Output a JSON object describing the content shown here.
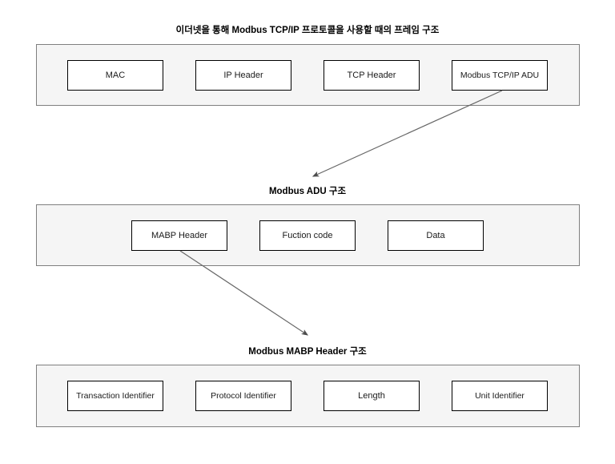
{
  "page": {
    "background_color": "#ffffff",
    "panel_fill": "#f5f5f5",
    "panel_border": "#7f7f7f",
    "box_border": "#000000",
    "arrow_color": "#666666"
  },
  "sections": [
    {
      "id": "ethernet-frame",
      "title": "이더넷을 통해 Modbus TCP/IP 프로토콜을 사용할 때의 프레임 구조",
      "boxes": [
        {
          "label": "MAC"
        },
        {
          "label": "IP Header"
        },
        {
          "label": "TCP Header"
        },
        {
          "label": "Modbus TCP/IP ADU"
        }
      ]
    },
    {
      "id": "modbus-adu",
      "title": "Modbus ADU 구조",
      "boxes": [
        {
          "label": "MABP Header"
        },
        {
          "label": "Fuction code"
        },
        {
          "label": "Data"
        }
      ]
    },
    {
      "id": "modbus-mabp-header",
      "title": "Modbus MABP Header 구조",
      "boxes": [
        {
          "label": "Transaction Identifier"
        },
        {
          "label": "Protocol Identifier"
        },
        {
          "label": "Length"
        },
        {
          "label": "Unit Identifier"
        }
      ]
    }
  ],
  "connectors": [
    {
      "id": "adu-expand",
      "from": "Modbus TCP/IP ADU",
      "to": "Modbus ADU 구조"
    },
    {
      "id": "mabp-expand",
      "from": "MABP Header",
      "to": "Modbus MABP Header 구조"
    }
  ]
}
